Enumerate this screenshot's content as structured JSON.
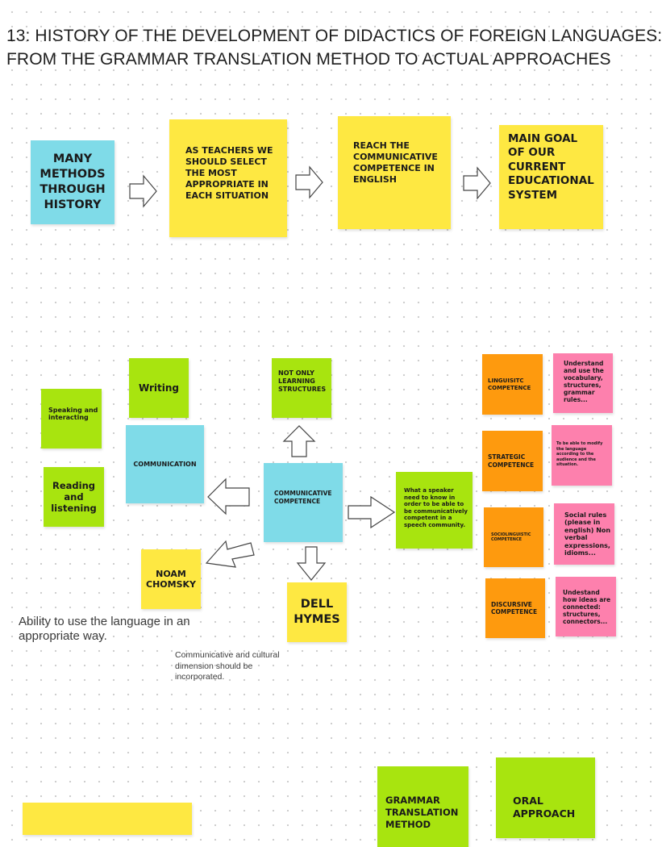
{
  "title": {
    "line1": "13: HISTORY OF THE DEVELOPMENT OF DIDACTICS OF FOREIGN LANGUAGES:",
    "line2": "FROM THE GRAMMAR TRANSLATION METHOD TO ACTUAL APPROACHES"
  },
  "flow": {
    "many_methods": "MANY METHODS THROUGH HISTORY",
    "teachers_select": "AS TEACHERS WE SHOULD SELECT THE MOST APPROPRIATE IN EACH SITUATION",
    "reach_competence": "REACH  THE COMMUNICATIVE COMPETENCE IN ENGLISH",
    "main_goal": "MAIN GOAL OF OUR CURRENT EDUCATIONAL SYSTEM"
  },
  "competence": {
    "writing": "Writing",
    "speaking": "Speaking and interacting",
    "reading": "Reading and listening",
    "communication": "COMMUNICATION",
    "not_only": "NOT ONLY LEARNING STRUCTURES",
    "communicative_competence": "COMMUNICATIVE COMPETENCE",
    "what_speaker": "What a speaker need to know in order to be able to be communicatively competent in a speech community.",
    "noam": "NOAM CHOMSKY",
    "dell": "DELL HYMES",
    "ability": "Ability to use the language in an appropriate way.",
    "cultural": "Communicative and cultural dimension should be incorporated."
  },
  "subcompetences": {
    "linguistic": "LINGUISITC COMPETENCE",
    "linguistic_desc": "Understand and use the vocabulary, structures, grammar rules...",
    "strategic": "STRATEGIC COMPETENCE",
    "strategic_desc": "To be able to modify the language according to the audience and the situation.",
    "socio": "SOCIOLINGUISTIC COMPETENCE",
    "socio_desc": "Social rules (please in english) Non verbal expressions, idioms...",
    "discursive": "DISCURSIVE COMPETENCE",
    "discursive_desc": "Undestand how ideas are connected: structures, connectors..."
  },
  "methods": {
    "grammar_translation": "GRAMMAR TRANSLATION METHOD",
    "oral_approach": "ORAL APPROACH"
  },
  "colors": {
    "cyan": "#7fdbe8",
    "yellow": "#fee842",
    "green": "#a8e40f",
    "orange": "#fe9a0e",
    "pink": "#fd80ad"
  },
  "icons": [
    "arrow-right-icon",
    "arrow-left-icon",
    "arrow-up-icon",
    "arrow-down-icon",
    "arrow-down-left-icon"
  ]
}
